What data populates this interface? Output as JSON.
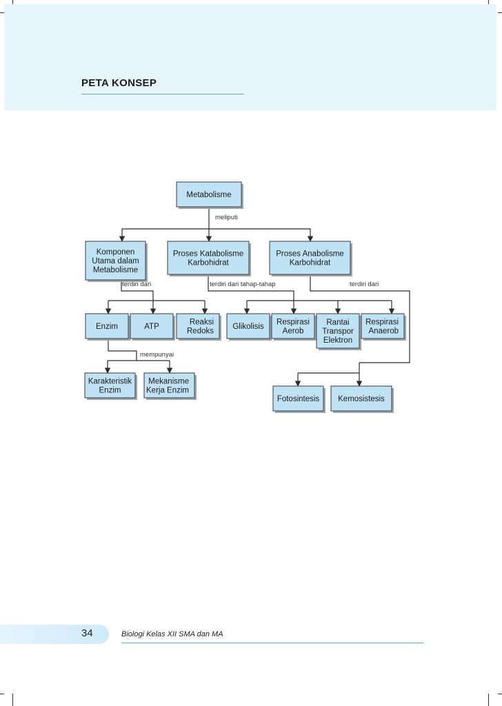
{
  "header": {
    "title": "PETA KONSEP"
  },
  "footer": {
    "page_number": "34",
    "book_title": "Biologi Kelas XII SMA dan MA"
  },
  "concept_map": {
    "nodes": {
      "metabolisme": [
        "Metabolisme"
      ],
      "komponen": [
        "Komponen",
        "Utama dalam",
        "Metabolisme"
      ],
      "katabolisme": [
        "Proses Katabolisme",
        "Karbohidrat"
      ],
      "anabolisme": [
        "Proses  Anabolisme",
        "Karbohidrat"
      ],
      "enzim": [
        "Enzim"
      ],
      "atp": [
        "ATP"
      ],
      "redoks": [
        "Reaksi",
        "Redoks"
      ],
      "glikolisis": [
        "Glikolisis"
      ],
      "aerob": [
        "Respirasi",
        "Aerob"
      ],
      "rantai": [
        "Rantai",
        "Transpor",
        "Elektron"
      ],
      "anaerob": [
        "Respirasi",
        "Anaerob"
      ],
      "karakteristik": [
        "Karakteristik",
        "Enzim"
      ],
      "mekanisme": [
        "Mekanisme",
        "Kerja Enzim"
      ],
      "fotosintesis": [
        "Fotosintesis"
      ],
      "kemosintesis": [
        "Kemosistesis"
      ]
    },
    "edge_labels": {
      "meliputi": "meliputi",
      "terdiri_dari_1": "terdiri dari",
      "terdiri_tahap": "terdiri dari tahap-tahap",
      "terdiri_dari_2": "terdiri dari",
      "mempunyai": "mempunyai"
    }
  }
}
